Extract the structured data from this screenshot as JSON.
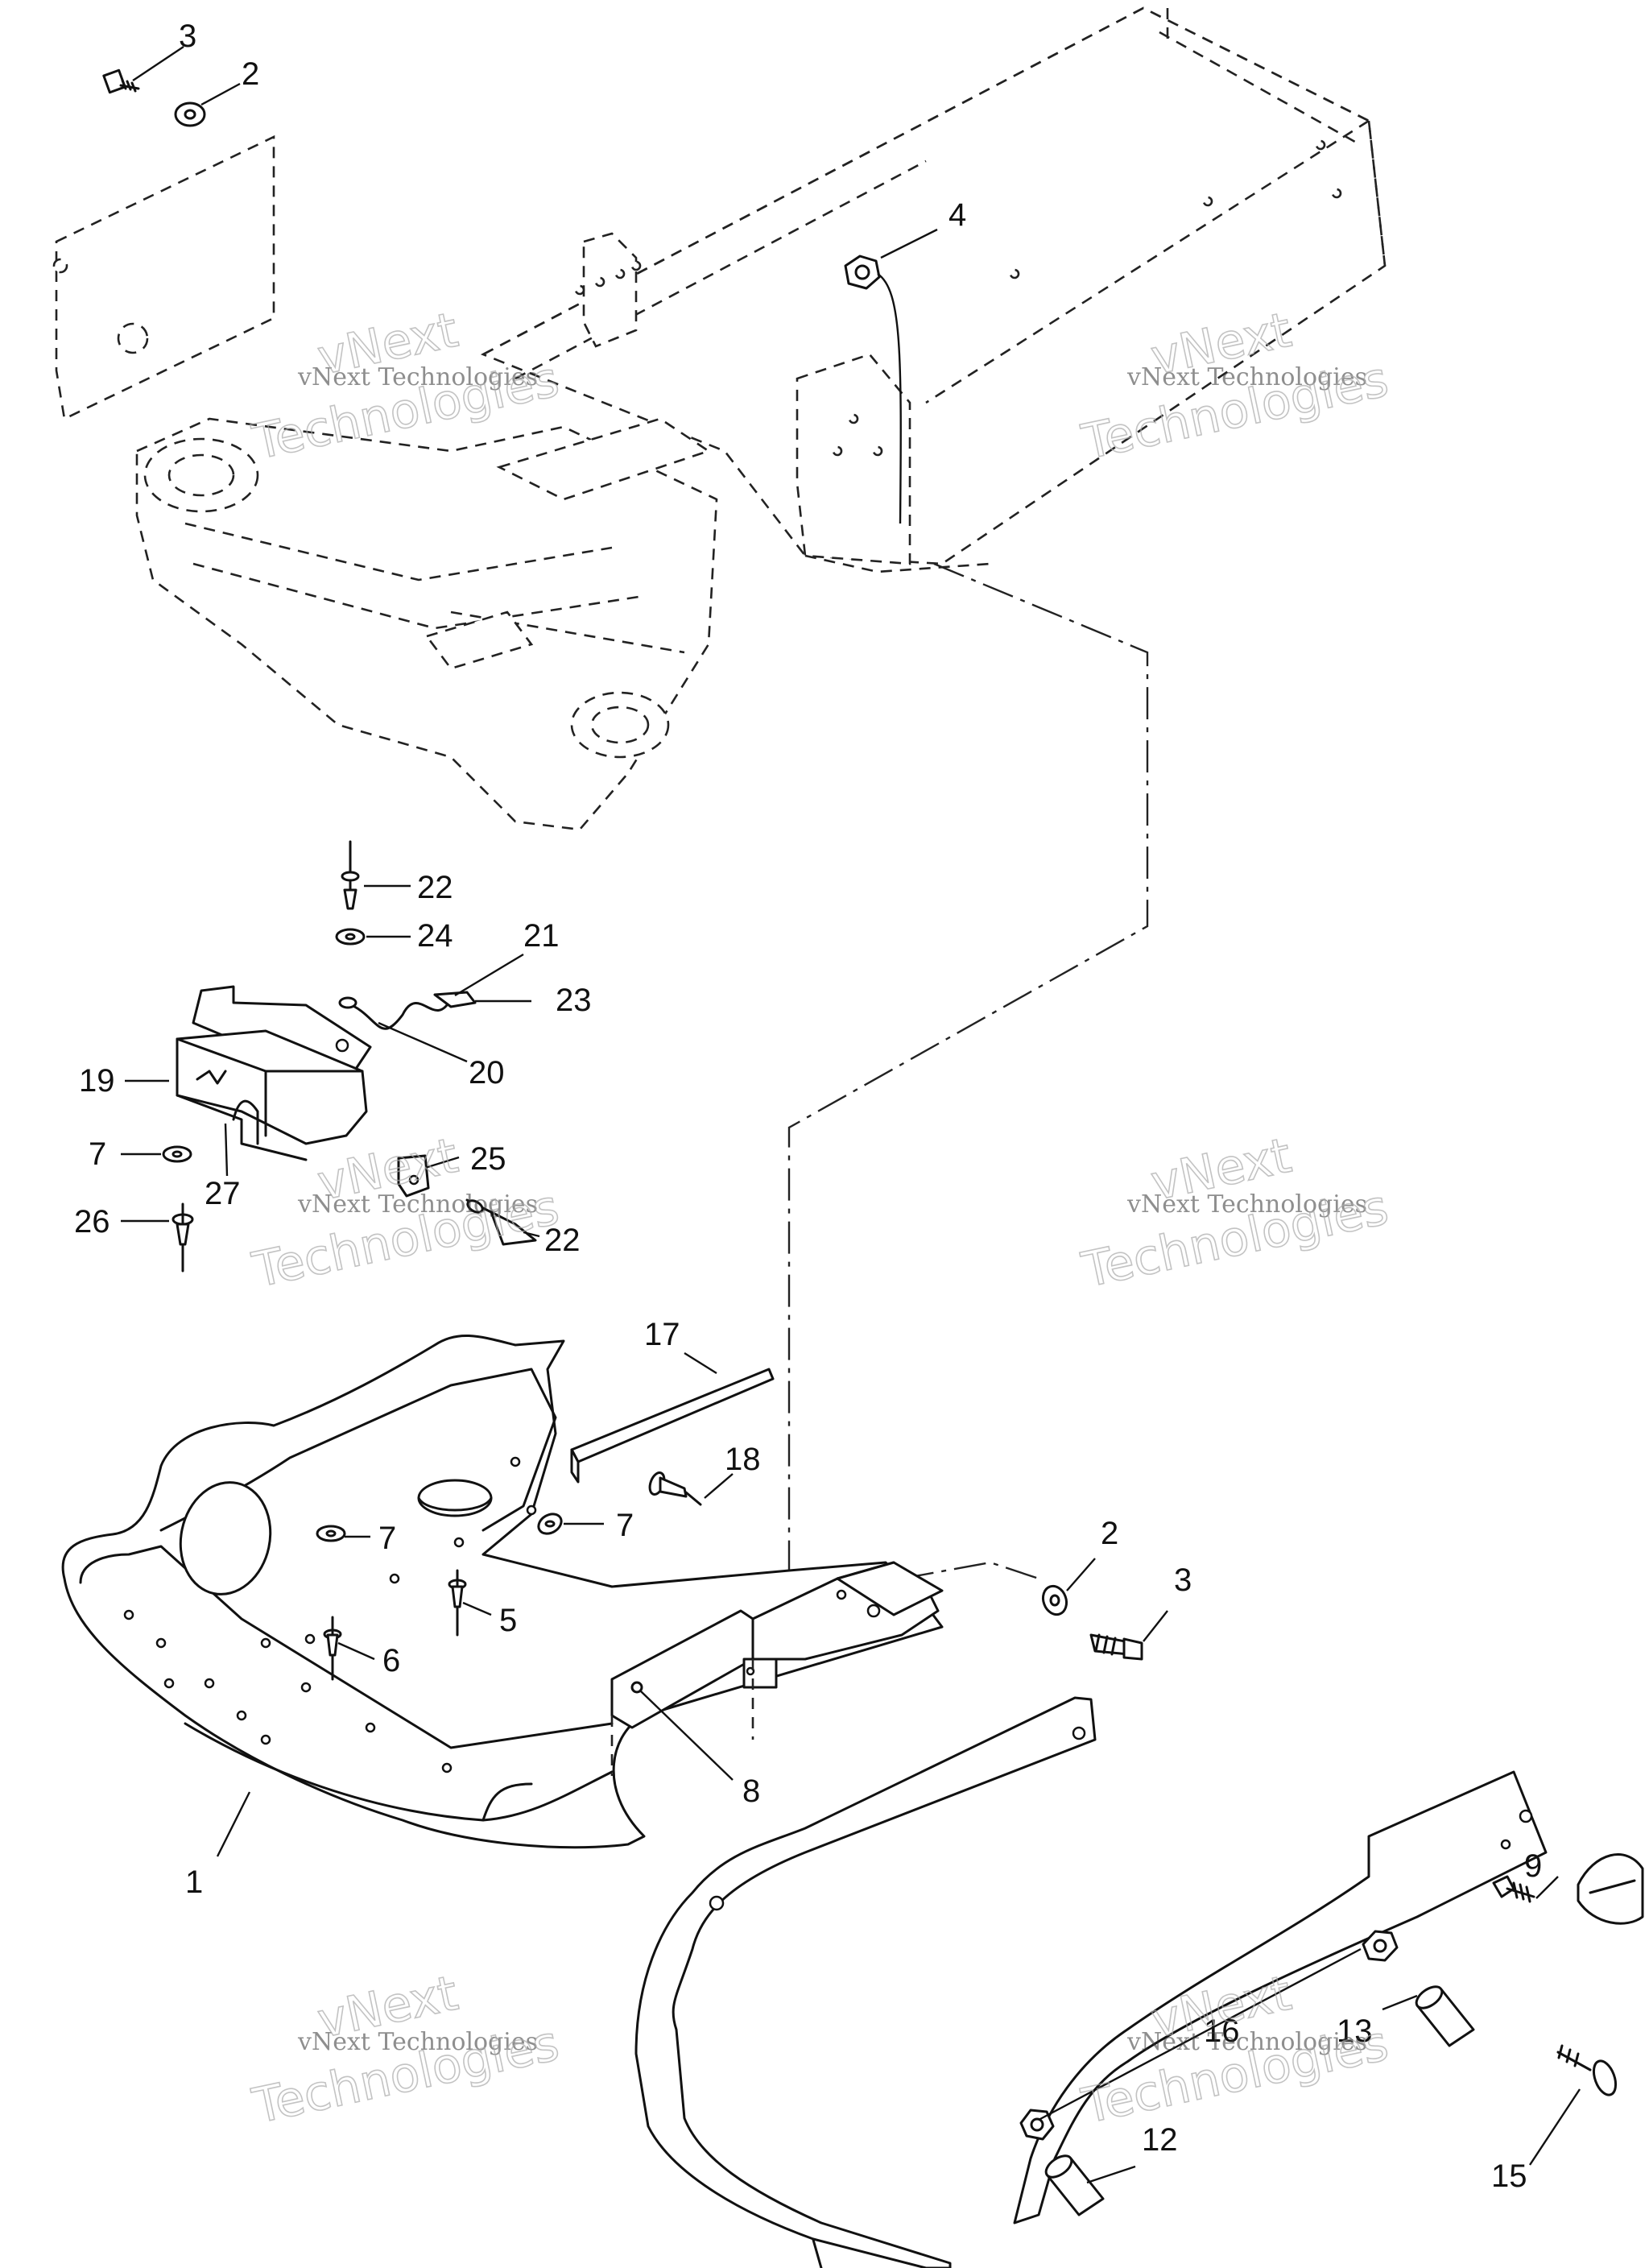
{
  "diagram": {
    "callouts": [
      {
        "id": "c3-top",
        "label": "3"
      },
      {
        "id": "c2-top",
        "label": "2"
      },
      {
        "id": "c4",
        "label": "4"
      },
      {
        "id": "c22-top",
        "label": "22"
      },
      {
        "id": "c24",
        "label": "24"
      },
      {
        "id": "c21",
        "label": "21"
      },
      {
        "id": "c23",
        "label": "23"
      },
      {
        "id": "c20",
        "label": "20"
      },
      {
        "id": "c19",
        "label": "19"
      },
      {
        "id": "c7-left",
        "label": "7"
      },
      {
        "id": "c27",
        "label": "27"
      },
      {
        "id": "c25",
        "label": "25"
      },
      {
        "id": "c26",
        "label": "26"
      },
      {
        "id": "c22-bottom",
        "label": "22"
      },
      {
        "id": "c17",
        "label": "17"
      },
      {
        "id": "c18",
        "label": "18"
      },
      {
        "id": "c7-mid",
        "label": "7"
      },
      {
        "id": "c7-right",
        "label": "7"
      },
      {
        "id": "c5",
        "label": "5"
      },
      {
        "id": "c6",
        "label": "6"
      },
      {
        "id": "c2-right",
        "label": "2"
      },
      {
        "id": "c3-right",
        "label": "3"
      },
      {
        "id": "c8",
        "label": "8"
      },
      {
        "id": "c1",
        "label": "1"
      },
      {
        "id": "c9",
        "label": "9"
      },
      {
        "id": "c16",
        "label": "16"
      },
      {
        "id": "c13",
        "label": "13"
      },
      {
        "id": "c12",
        "label": "12"
      },
      {
        "id": "c15",
        "label": "15"
      }
    ]
  },
  "watermark": {
    "company": "vNext Technologies",
    "line1": "vNext",
    "line2": "Technologies"
  }
}
